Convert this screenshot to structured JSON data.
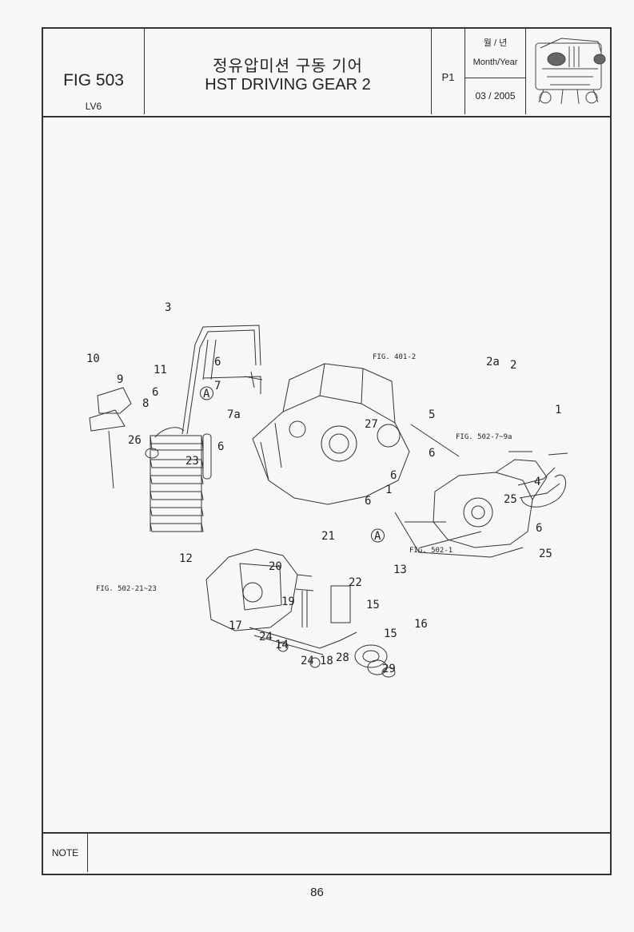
{
  "header": {
    "fig_no": "FIG 503",
    "model": "LV6",
    "title_ko": "정유압미션 구동 기어",
    "title_en": "HST DRIVING GEAR 2",
    "page_code": "P1",
    "date_label_ko": "월 / 년",
    "date_label_en": "Month/Year",
    "date_value": "03 / 2005"
  },
  "callouts": [
    "1",
    "1",
    "2",
    "2a",
    "3",
    "4",
    "5",
    "6",
    "6",
    "6",
    "6",
    "6",
    "6",
    "6",
    "7",
    "7a",
    "8",
    "9",
    "10",
    "11",
    "12",
    "13",
    "14",
    "15",
    "15",
    "16",
    "17",
    "18",
    "19",
    "20",
    "21",
    "22",
    "23",
    "24",
    "24",
    "25",
    "25",
    "26",
    "27",
    "28",
    "29",
    "A",
    "A"
  ],
  "references": [
    "FIG. 401-2",
    "FIG. 502-7~9a",
    "FIG. 502-1",
    "FIG. 502-21~23"
  ],
  "note_label": "NOTE",
  "page_number": "86"
}
